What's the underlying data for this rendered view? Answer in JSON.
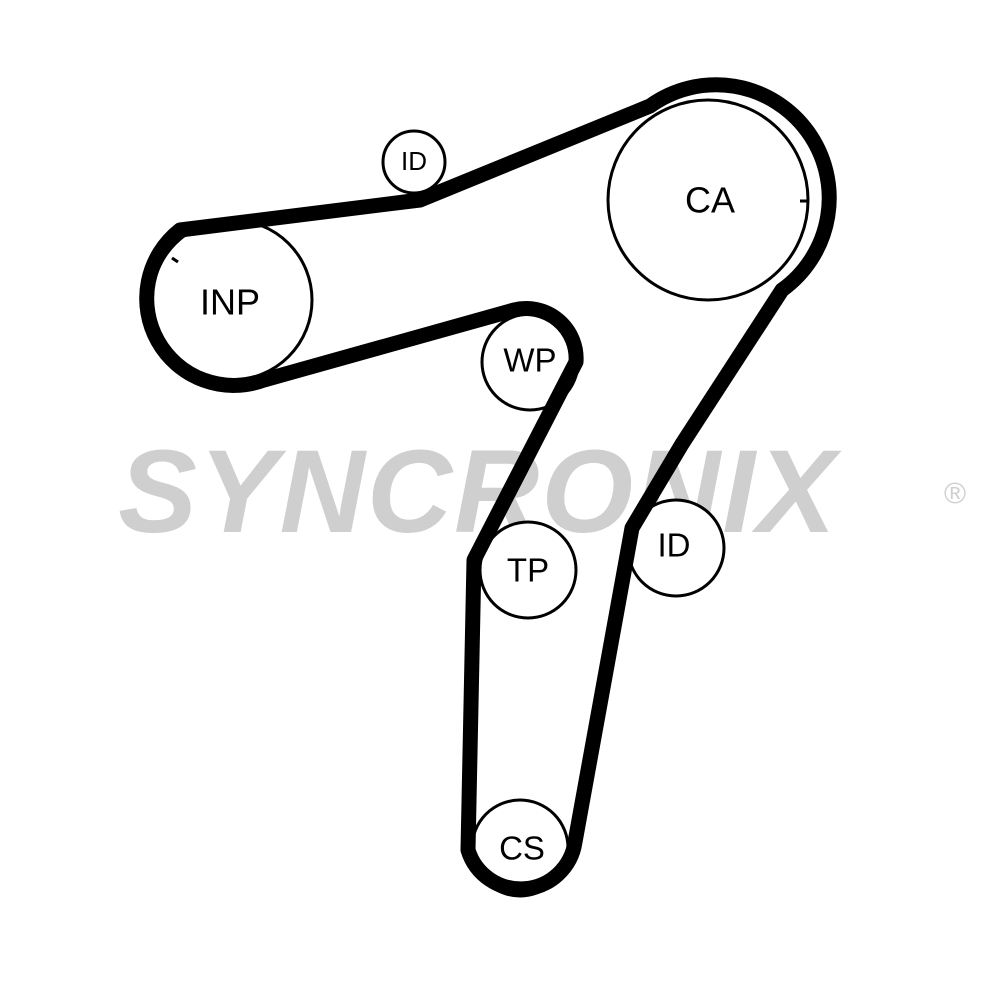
{
  "watermark": {
    "text": "SYNCRONIX",
    "registered_mark": "®",
    "color": "#cfcfcf"
  },
  "pulleys": [
    {
      "id": "ca",
      "label": "CA"
    },
    {
      "id": "id_top",
      "label": "ID"
    },
    {
      "id": "inp",
      "label": "INP"
    },
    {
      "id": "wp",
      "label": "WP"
    },
    {
      "id": "tp",
      "label": "TP"
    },
    {
      "id": "id_right",
      "label": "ID"
    },
    {
      "id": "cs",
      "label": "CS"
    }
  ],
  "colors": {
    "belt": "#000000",
    "pulley_outline": "#000000",
    "background": "#ffffff"
  }
}
